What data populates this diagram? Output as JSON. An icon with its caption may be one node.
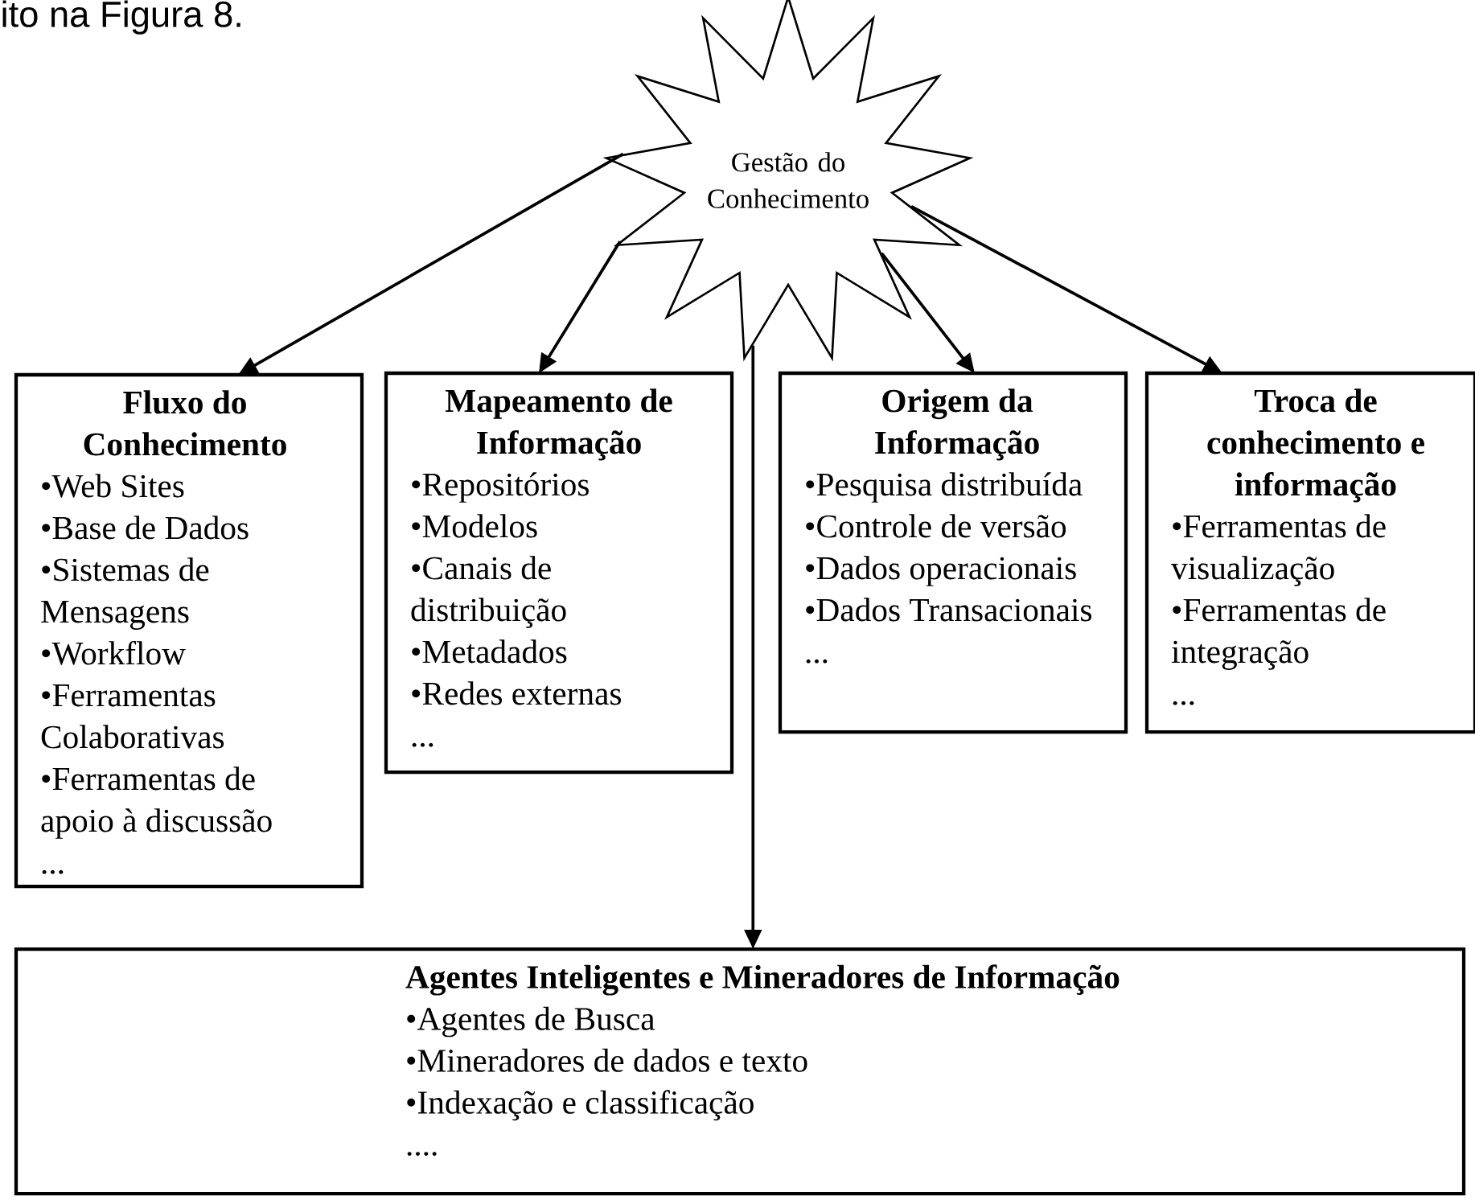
{
  "diagram": {
    "nodes": [
      {
        "text": [
          "Gestão do Conhecimento"
        ]
      },
      {
        "text": [
          "Fluxo do Conhecimento",
          "•Web Sites",
          "•Base de Dados",
          "•Sistemas de Mensagens",
          "•Workflow",
          "•Ferramentas Colaborativas",
          "•Ferramentas de apoio à discussão",
          "..."
        ]
      },
      {
        "text": [
          "Mapeamento de Informação",
          "•Repositórios",
          "•Modelos",
          "•Canais de distribuição",
          "•Metadados",
          "•Redes externas",
          "..."
        ]
      },
      {
        "text": [
          "Origem da Informação",
          "•Pesquisa distribuída",
          "•Controle de versão",
          "•Dados operacionais",
          "•Dados Transacionais",
          "..."
        ]
      },
      {
        "text": [
          "Troca de conhecimento e informação",
          "•Ferramentas de visualização",
          "•Ferramentas de integração",
          "..."
        ]
      },
      {
        "text": [
          "Agentes  Inteligentes e Mineradores de Informação",
          "•Agentes de Busca",
          "•Mineradores de dados e texto",
          "•Indexação e classificação",
          "...."
        ]
      }
    ],
    "edges": [
      {
        "from": 0,
        "to": 1,
        "arrow": "to"
      },
      {
        "from": 0,
        "to": 2,
        "arrow": "to"
      },
      {
        "from": 0,
        "to": 3,
        "arrow": "to"
      },
      {
        "from": 0,
        "to": 4,
        "arrow": "to"
      },
      {
        "from": 0,
        "to": 5,
        "arrow": "to"
      }
    ],
    "labels": [
      "ito na Figura 8."
    ]
  }
}
